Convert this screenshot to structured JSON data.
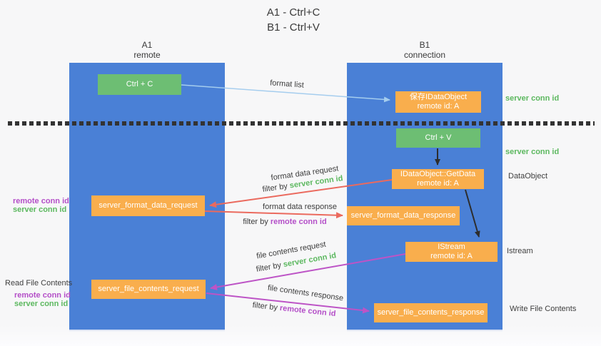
{
  "title": {
    "line1": "A1 - Ctrl+C",
    "line2": "B1 - Ctrl+V"
  },
  "lifelines": {
    "a1": {
      "name": "A1",
      "subtitle": "remote"
    },
    "b1": {
      "name": "B1",
      "subtitle": "connection"
    }
  },
  "nodes": {
    "ctrl_c": {
      "label": "Ctrl + C"
    },
    "ctrl_v": {
      "label": "Ctrl + V"
    },
    "save_dataobject": {
      "line1": "保存IDataObject",
      "line2": "remote id: A"
    },
    "getdata": {
      "line1": "IDataObject::GetData",
      "line2": "remote id: A"
    },
    "istream": {
      "line1": "IStream",
      "line2": "remote id: A"
    },
    "server_format_data_request": {
      "label": "server_format_data_request"
    },
    "server_format_data_response": {
      "label": "server_format_data_response"
    },
    "server_file_contents_request": {
      "label": "server_file_contents_request"
    },
    "server_file_contents_response": {
      "label": "server_file_contents_response"
    }
  },
  "edge_labels": {
    "format_list": "format list",
    "format_data_request": "format data request",
    "format_data_response": "format data response",
    "file_contents_request": "file contents request",
    "file_contents_response": "file contents response",
    "filter_by": "filter by",
    "server_conn_id": "server conn id",
    "remote_conn_id": "remote conn id"
  },
  "side_labels": {
    "remote_conn_id": "remote conn id",
    "server_conn_id": "server conn id",
    "read_file_contents": "Read File Contents",
    "dataobject": "DataObject",
    "istream": "Istream",
    "write_file_contents": "Write File Contents"
  },
  "colors": {
    "lifeline_blue": "#4a80d6",
    "node_green": "#6dbe73",
    "node_orange": "#f9ae4d",
    "arrow_red": "#eb6a5e",
    "arrow_purple": "#bd54c6",
    "arrow_light_blue": "#a5cdee",
    "arrow_black": "#2d2d2d",
    "text_green": "#5cb85f",
    "text_purple": "#b44fc8",
    "text_dark": "#3c3c3c",
    "background": "#f7f7f8"
  }
}
